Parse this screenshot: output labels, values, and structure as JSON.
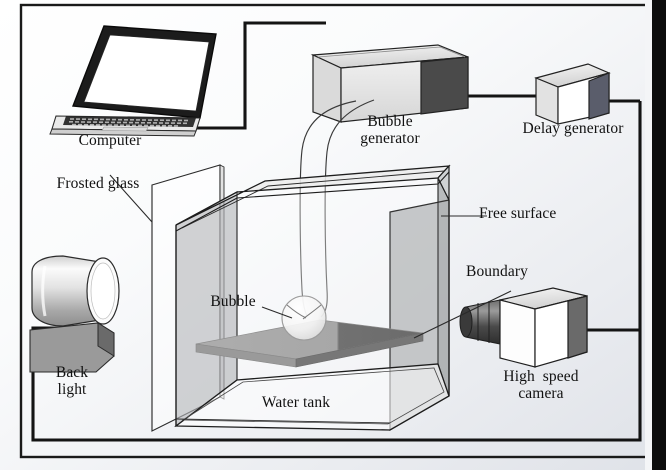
{
  "figure": {
    "type": "schematic-diagram",
    "subject": "Experimental setup for bubble dynamics near a rigid boundary in a water tank",
    "background_gradient": [
      "#ffffff",
      "#e2e5ea"
    ],
    "line_color": "#1a1a1a",
    "label_color": "#111111"
  },
  "labels": {
    "computer": "Computer",
    "frosted_glass": "Frosted glass",
    "bubble_generator": "Bubble\ngenerator",
    "delay_generator": "Delay generator",
    "free_surface": "Free surface",
    "boundary": "Boundary",
    "bubble": "Bubble",
    "back_light": "Back\nlight",
    "high_speed_camera": "High  speed\ncamera",
    "water_tank": "Water tank"
  },
  "components": [
    {
      "name": "computer",
      "label": "Computer",
      "kind": "laptop",
      "color": "#1c1c1c"
    },
    {
      "name": "bubble-generator",
      "label": "Bubble generator",
      "kind": "box",
      "color": "#e8e8e8",
      "side_color": "#4a4a4a"
    },
    {
      "name": "delay-generator",
      "label": "Delay generator",
      "kind": "box",
      "color": "#ffffff",
      "side_color": "#5a5d6b"
    },
    {
      "name": "back-light",
      "label": "Back light",
      "kind": "cylinder-on-base",
      "color": "#d8d8d8"
    },
    {
      "name": "high-speed-camera",
      "label": "High speed camera",
      "kind": "camera",
      "color": "#ffffff",
      "lens_color": "#4d4d4d"
    },
    {
      "name": "water-tank",
      "label": "Water tank",
      "kind": "transparent-box",
      "color": "#b9bcbe"
    },
    {
      "name": "boundary-plate",
      "label": "Boundary",
      "kind": "plate",
      "color": "#a9a9a9",
      "shadow_color": "#6e6e6e"
    },
    {
      "name": "bubble",
      "label": "Bubble",
      "kind": "sphere",
      "color": "#f2f2f2"
    },
    {
      "name": "free-surface",
      "label": "Free surface",
      "kind": "水-line"
    }
  ],
  "connections": [
    {
      "from": "computer",
      "to": "bubble-generator",
      "style": "solid-cable"
    },
    {
      "from": "bubble-generator",
      "to": "delay-generator",
      "style": "solid-cable"
    },
    {
      "from": "delay-generator",
      "to": "high-speed-camera",
      "style": "solid-cable"
    },
    {
      "from": "high-speed-camera",
      "to": "back-light",
      "style": "solid-cable"
    },
    {
      "from": "bubble-generator",
      "to": "bubble",
      "style": "electrode-wires",
      "count": 2
    }
  ]
}
